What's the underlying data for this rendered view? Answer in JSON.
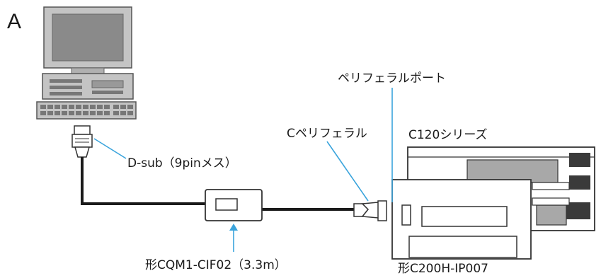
{
  "figure_letter": "A",
  "labels": {
    "dsub": "D-sub（9pinメス）",
    "c_peripheral": "Cペリフェラル",
    "peripheral_port": "ペリフェラルポート",
    "series": "C120シリーズ",
    "cable": "形CQM1-CIF02（3.3m）",
    "unit": "形C200H-IP007"
  },
  "colors": {
    "leader": "#3aa4dc",
    "outline": "#333333",
    "fill_gray": "#a8a8a8",
    "fill_dark": "#3a3a3a",
    "cable": "#1a1a1a"
  }
}
